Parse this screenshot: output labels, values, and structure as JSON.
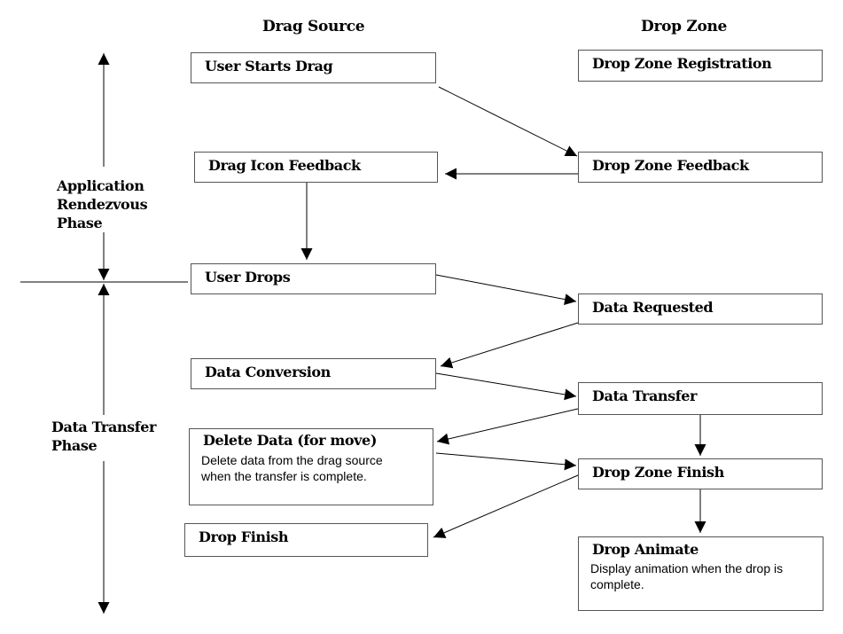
{
  "headers": {
    "source": "Drag Source",
    "zone": "Drop Zone"
  },
  "phases": {
    "rendezvous": [
      "Application",
      "Rendezvous",
      "Phase"
    ],
    "transfer": [
      "Data Transfer",
      "Phase"
    ]
  },
  "boxes": {
    "user_starts_drag": {
      "title": "User Starts Drag"
    },
    "drop_zone_registration": {
      "title": "Drop Zone Registration"
    },
    "drag_icon_feedback": {
      "title": "Drag Icon Feedback"
    },
    "drop_zone_feedback": {
      "title": "Drop Zone Feedback"
    },
    "user_drops": {
      "title": "User Drops"
    },
    "data_requested": {
      "title": "Data Requested"
    },
    "data_conversion": {
      "title": "Data Conversion"
    },
    "data_transfer": {
      "title": "Data Transfer"
    },
    "delete_data": {
      "title": "Delete Data (for move)",
      "description": "Delete data from the drag source when the transfer is complete."
    },
    "drop_zone_finish": {
      "title": "Drop Zone Finish"
    },
    "drop_finish": {
      "title": "Drop Finish"
    },
    "drop_animate": {
      "title": "Drop Animate",
      "description": "Display animation when the drop is complete."
    }
  }
}
